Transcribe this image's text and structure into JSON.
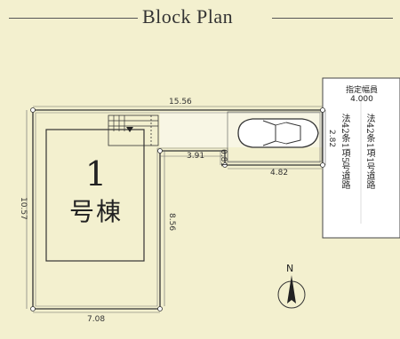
{
  "title": "Block Plan",
  "building": {
    "number": "1",
    "name": "号棟"
  },
  "dimensions": {
    "top": "15.56",
    "left": "10.57",
    "bottom": "7.08",
    "inner_vertical": "8.56",
    "step_horizontal": "3.91",
    "step_vertical": "0.81",
    "parking_width": "4.82",
    "parking_depth": "2.82"
  },
  "road": {
    "header_label": "指定幅員",
    "header_width": "4.000",
    "col1": "法42条1項1号道路",
    "col2": "法42条1項5号道路"
  },
  "compass": {
    "label": "N"
  },
  "colors": {
    "background": "#f3f0cf",
    "road": "#ffffff",
    "line": "#333333"
  }
}
